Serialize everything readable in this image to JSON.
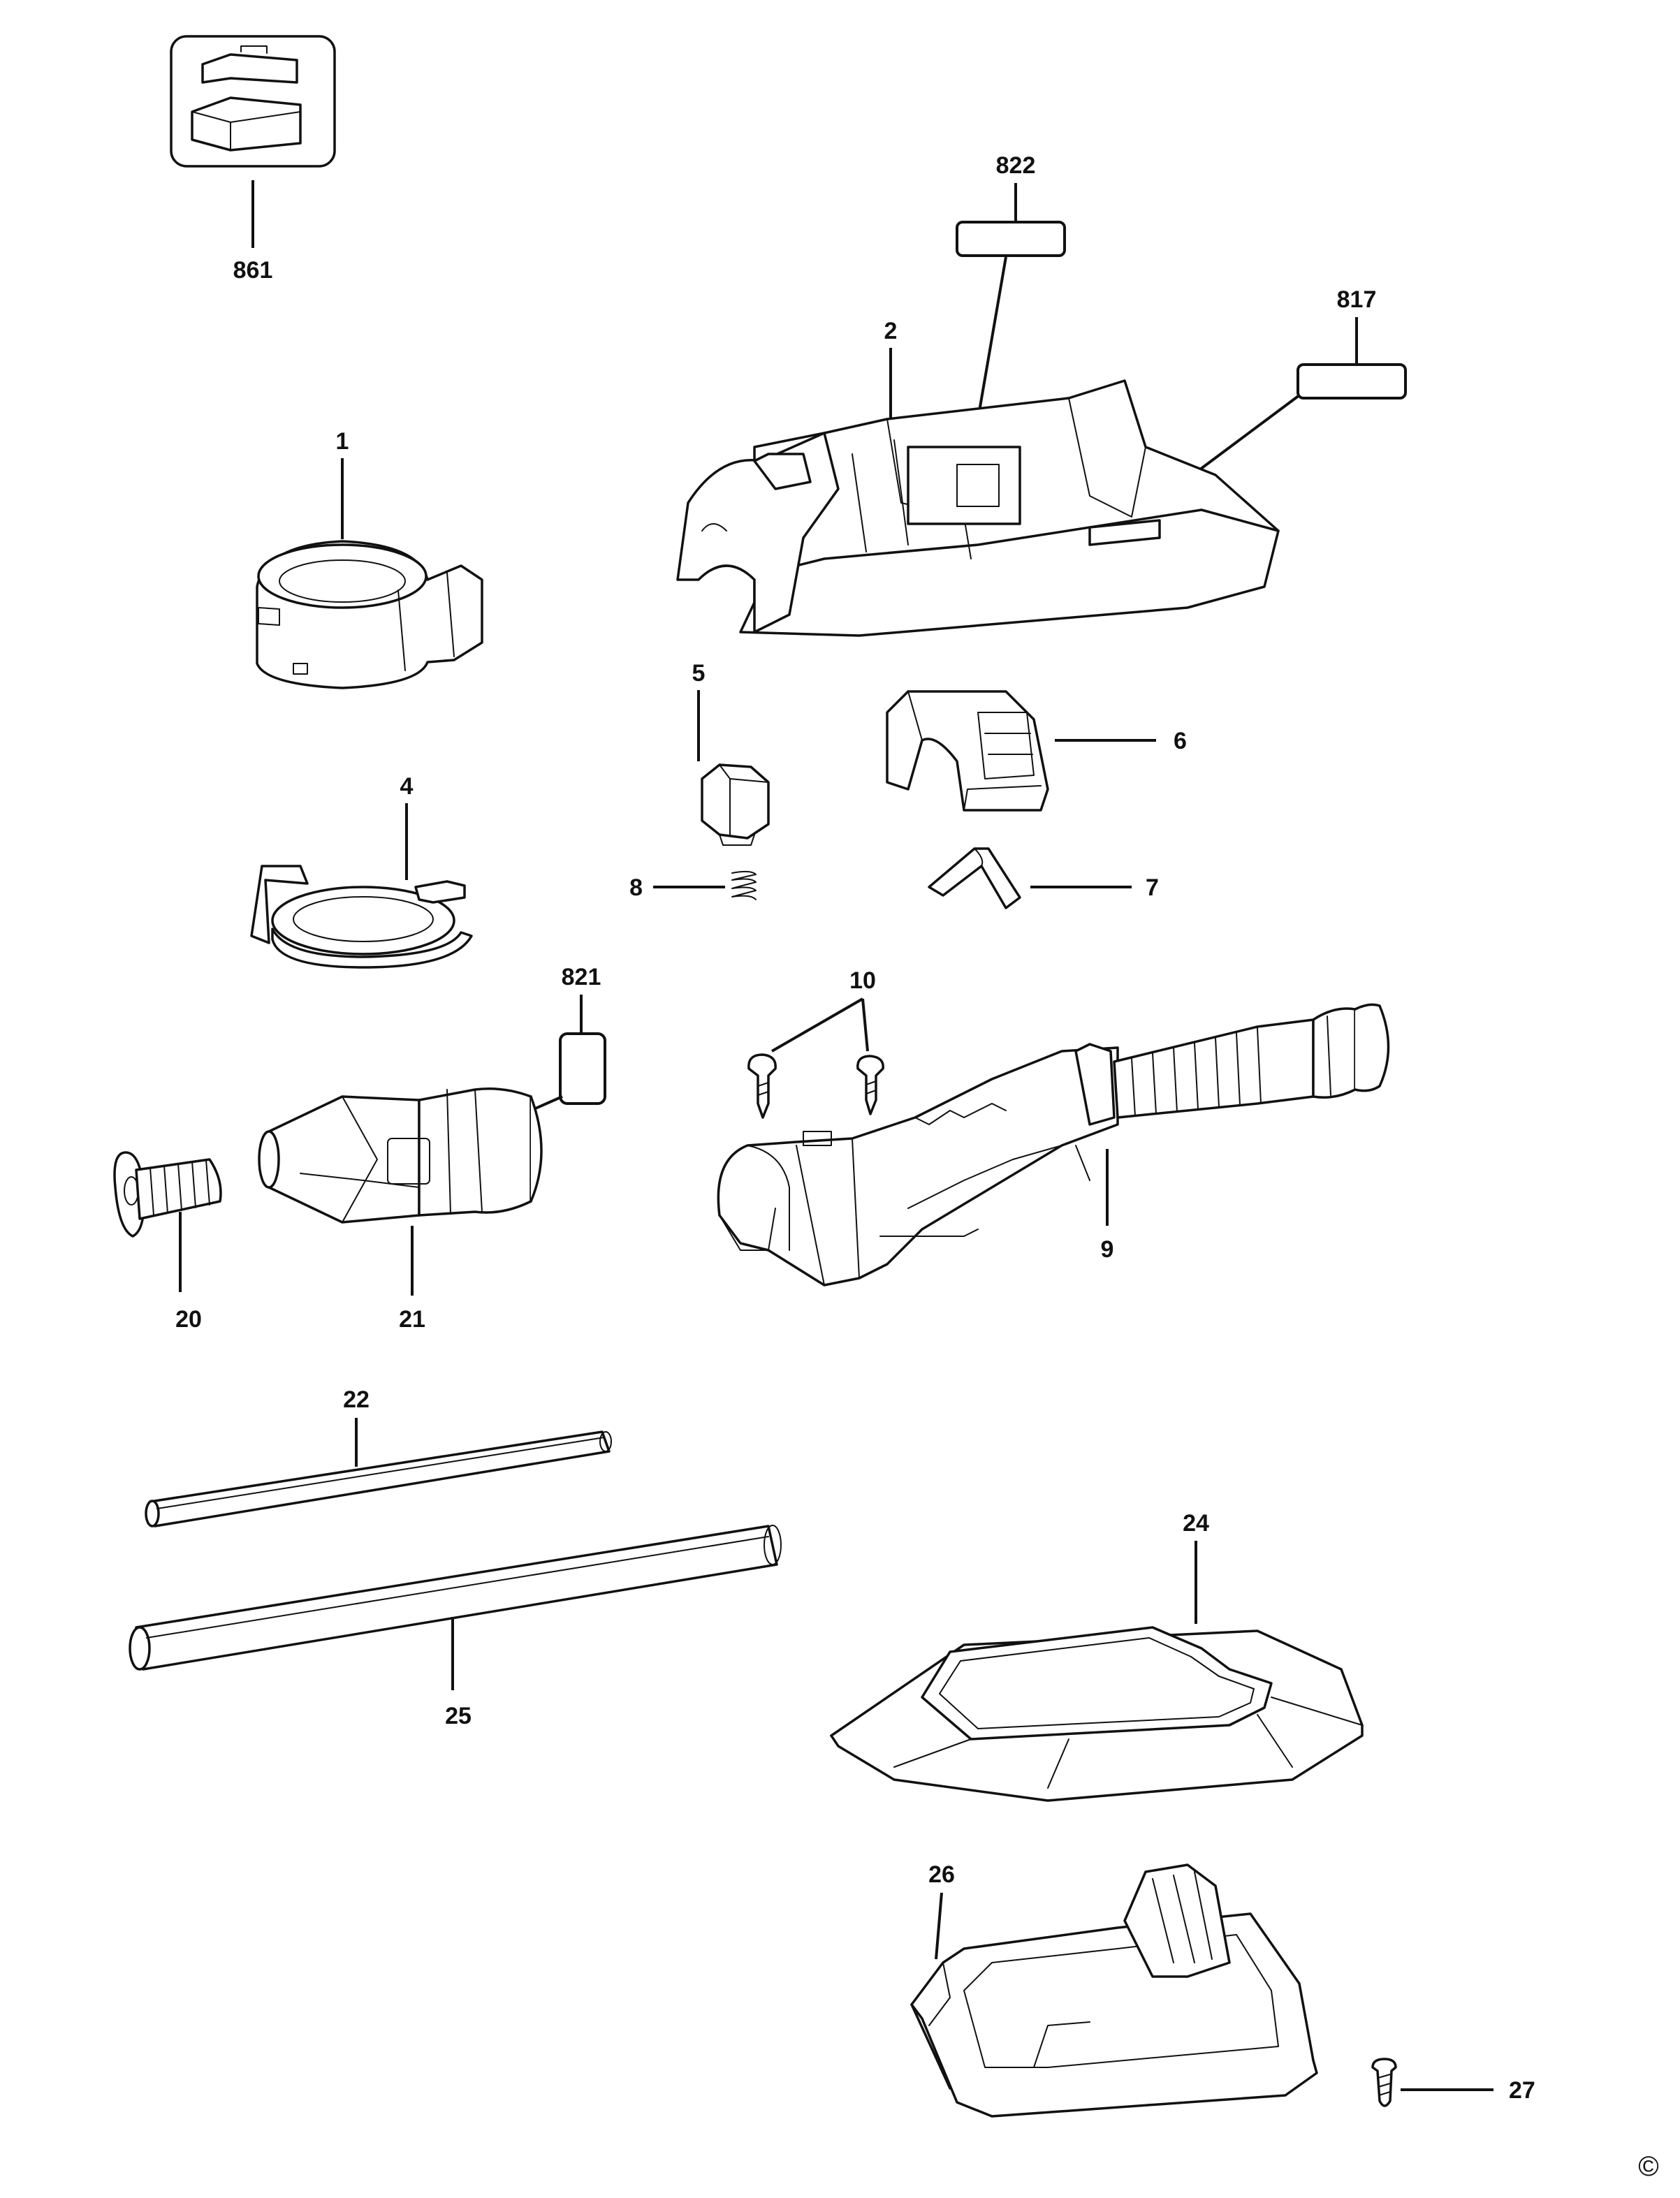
{
  "parts": [
    {
      "number": "861"
    },
    {
      "number": "822"
    },
    {
      "number": "817"
    },
    {
      "number": "2"
    },
    {
      "number": "1"
    },
    {
      "number": "5"
    },
    {
      "number": "6"
    },
    {
      "number": "4"
    },
    {
      "number": "8"
    },
    {
      "number": "7"
    },
    {
      "number": "821"
    },
    {
      "number": "10"
    },
    {
      "number": "9"
    },
    {
      "number": "20"
    },
    {
      "number": "21"
    },
    {
      "number": "22"
    },
    {
      "number": "25"
    },
    {
      "number": "24"
    },
    {
      "number": "26"
    },
    {
      "number": "27"
    }
  ],
  "copyright_symbol": "©"
}
